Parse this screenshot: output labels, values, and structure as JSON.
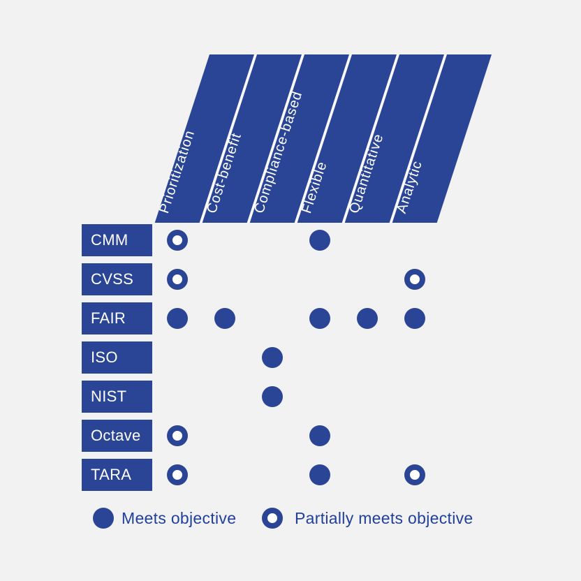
{
  "colors": {
    "blue": "#2b4596",
    "legend_text": "#21409a",
    "background": "#f2f2f3",
    "label_text": "#ffffff",
    "separator": "#fbfbfc"
  },
  "legend": {
    "meets_label": "Meets objective",
    "partial_label": "Partially meets objective"
  },
  "chart_data": {
    "type": "table",
    "subtype": "feature-matrix",
    "columns": [
      "Prioritization",
      "Cost-benefit",
      "Compliance-based",
      "Flexible",
      "Quantitative",
      "Analytic"
    ],
    "rows": [
      "CMM",
      "CVSS",
      "FAIR",
      "ISO",
      "NIST",
      "Octave",
      "TARA"
    ],
    "values": [
      [
        "partial",
        "",
        "",
        "full",
        "",
        ""
      ],
      [
        "partial",
        "",
        "",
        "",
        "",
        "partial"
      ],
      [
        "full",
        "full",
        "",
        "full",
        "full",
        "full"
      ],
      [
        "",
        "",
        "full",
        "",
        "",
        ""
      ],
      [
        "",
        "",
        "full",
        "",
        "",
        ""
      ],
      [
        "partial",
        "",
        "",
        "full",
        "",
        ""
      ],
      [
        "partial",
        "",
        "",
        "full",
        "",
        "partial"
      ]
    ],
    "legend": [
      {
        "symbol": "filled-dot",
        "label": "Meets objective"
      },
      {
        "symbol": "ring-dot",
        "label": "Partially meets objective"
      }
    ],
    "title": "",
    "grid": "off",
    "legend_position": "bottom"
  }
}
